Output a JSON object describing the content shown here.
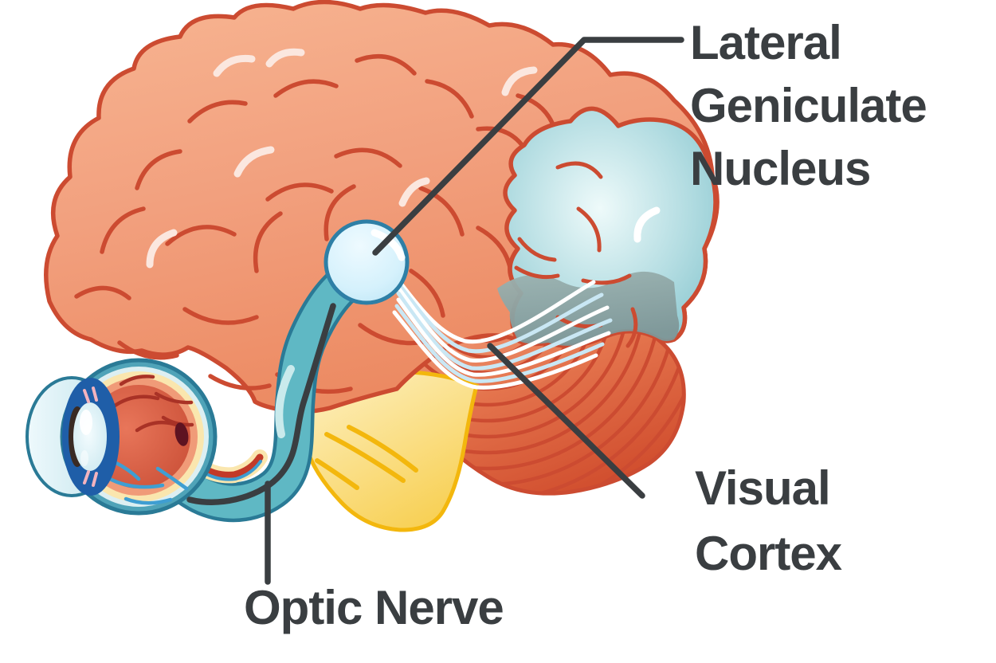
{
  "labels": {
    "lgn": {
      "lines": [
        "Lateral",
        "Geniculate",
        "Nucleus"
      ]
    },
    "visual_cortex": {
      "lines": [
        "Visual",
        "Cortex"
      ]
    },
    "optic_nerve": {
      "text": "Optic Nerve"
    }
  },
  "colors": {
    "background": "#ffffff",
    "label_text": "#3a3e41",
    "leader_line": "#3a3e41",
    "brain_fill": "#f4a183",
    "brain_outline": "#cc4b31",
    "brain_highlight": "#fbe7df",
    "visual_cortex_fill": "#8fcbd3",
    "visual_cortex_gray": "#8ca6a5",
    "cerebellum_dark": "#d14e2e",
    "brainstem_fill": "#f8d158",
    "brainstem_outline": "#f3b70d",
    "optic_nerve_fill": "#5fb8c4",
    "optic_nerve_outline": "#2a7a96",
    "lgn_fill": "#cdeefb",
    "fiber_white": "#ffffff",
    "fiber_blue": "#c9e7f4",
    "eye_sclera": "#4fa3b8",
    "eye_interior": "#c74b33",
    "eye_iris": "#1f5ea8",
    "eye_vein": "#3f9ed2",
    "eye_artery": "#a93226"
  }
}
